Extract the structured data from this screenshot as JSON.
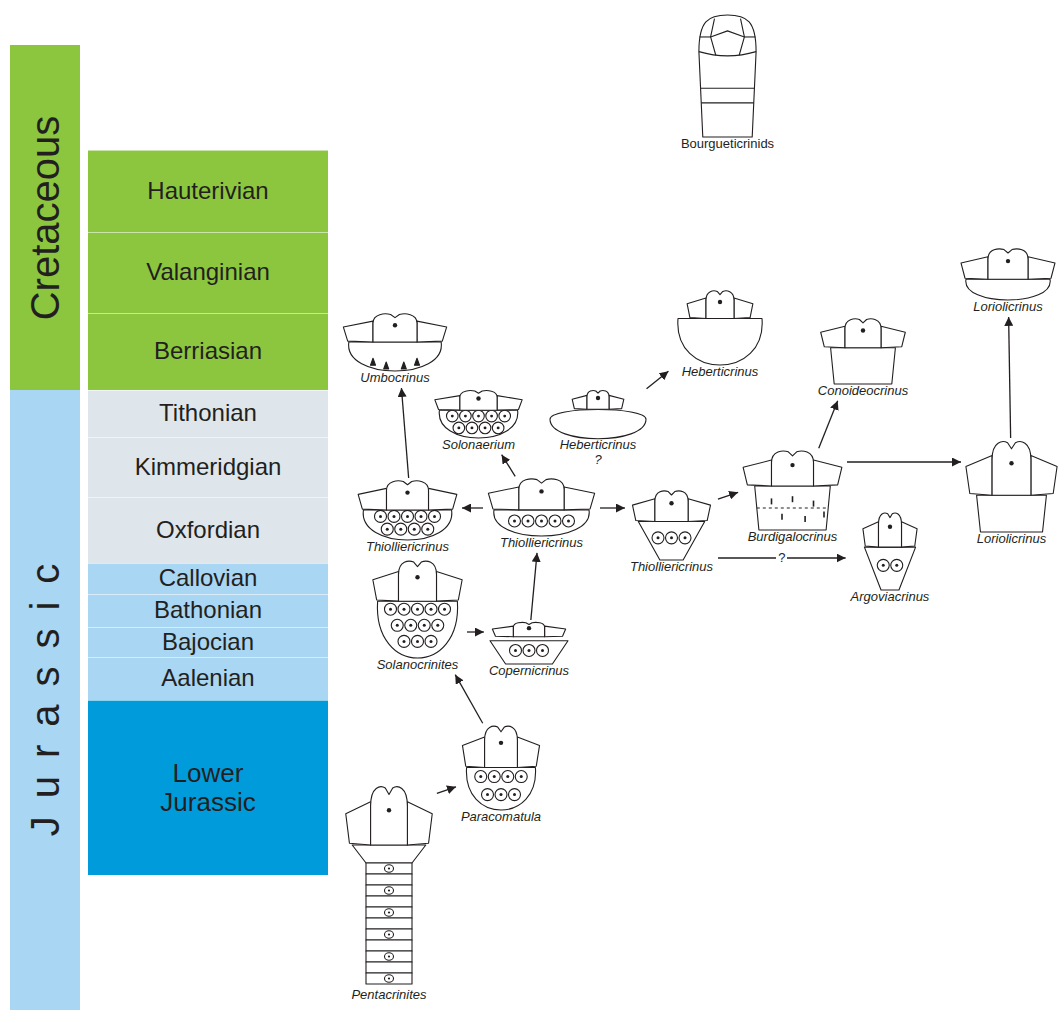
{
  "diagram": {
    "nodes": [
      {
        "text": [
          "Cretaceous"
        ]
      },
      {
        "text": [
          "Hauterivian"
        ]
      },
      {
        "text": [
          "Valanginian"
        ]
      },
      {
        "text": [
          "Berriasian"
        ]
      },
      {
        "text": [
          "Jurassic"
        ]
      },
      {
        "text": [
          "Tithonian"
        ]
      },
      {
        "text": [
          "Kimmeridgian"
        ]
      },
      {
        "text": [
          "Oxfordian"
        ]
      },
      {
        "text": [
          "Callovian"
        ]
      },
      {
        "text": [
          "Bathonian"
        ]
      },
      {
        "text": [
          "Bajocian"
        ]
      },
      {
        "text": [
          "Aalenian"
        ]
      },
      {
        "text": [
          "Lower Jurassic"
        ]
      },
      {
        "text": [
          "Bourgueticrinids"
        ]
      },
      {
        "text": [
          "Loriolicrinus"
        ]
      },
      {
        "text": [
          "Umbocrinus"
        ]
      },
      {
        "text": [
          "Heberticrinus"
        ]
      },
      {
        "text": [
          "Conoideocrinus"
        ]
      },
      {
        "text": [
          "Heberticrinus",
          "?"
        ]
      },
      {
        "text": [
          "Solonaerium"
        ]
      },
      {
        "text": [
          "Thiolliericrinus"
        ]
      },
      {
        "text": [
          "Thiolliericrinus"
        ]
      },
      {
        "text": [
          "Thiolliericrinus"
        ]
      },
      {
        "text": [
          "Burdigalocrinus"
        ]
      },
      {
        "text": [
          "Argoviacrinus"
        ]
      },
      {
        "text": [
          "Loriolicrinus"
        ]
      },
      {
        "text": [
          "Solanocrinites"
        ]
      },
      {
        "text": [
          "Copernicrinus"
        ]
      },
      {
        "text": [
          "Paracomatula"
        ]
      },
      {
        "text": [
          "Pentacrinites"
        ]
      }
    ],
    "edges": [
      {
        "from": 29,
        "to": 28,
        "arrow": "to"
      },
      {
        "from": 28,
        "to": 26,
        "arrow": "to"
      },
      {
        "from": 26,
        "to": 27,
        "arrow": "to"
      },
      {
        "from": 27,
        "to": 21,
        "arrow": "to"
      },
      {
        "from": 21,
        "to": 20,
        "arrow": "to"
      },
      {
        "from": 21,
        "to": 19,
        "arrow": "to"
      },
      {
        "from": 21,
        "to": 22,
        "arrow": "to"
      },
      {
        "from": 20,
        "to": 15,
        "arrow": "to"
      },
      {
        "from": 22,
        "to": 23,
        "arrow": "to"
      },
      {
        "from": 22,
        "to": 24,
        "label": "?",
        "arrow": "to"
      },
      {
        "from": 23,
        "to": 17,
        "arrow": "to"
      },
      {
        "from": 23,
        "to": 25,
        "arrow": "to"
      },
      {
        "from": 25,
        "to": 14,
        "arrow": "to"
      },
      {
        "from": 18,
        "to": 16,
        "arrow": "to"
      }
    ]
  }
}
